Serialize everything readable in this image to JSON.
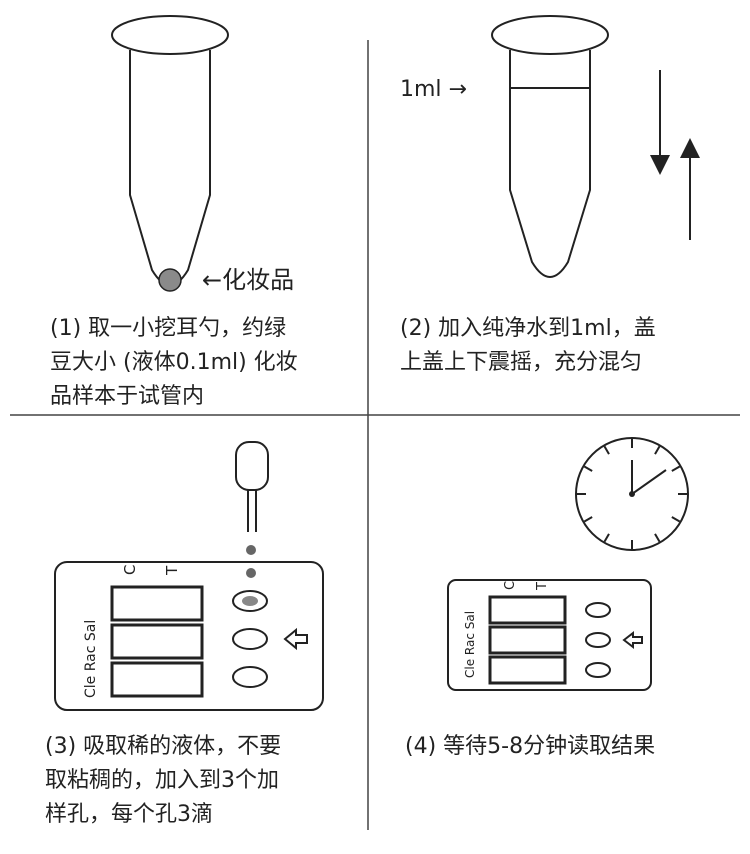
{
  "steps": [
    {
      "caption_lines": [
        "(1) 取一小挖耳勺，约绿",
        "豆大小 (液体0.1ml) 化妆",
        "品样本于试管内"
      ],
      "label": "←化妆品"
    },
    {
      "caption_lines": [
        "(2) 加入纯净水到1ml，盖",
        "上盖上下震摇，充分混匀"
      ],
      "label": "1ml →"
    },
    {
      "caption_lines": [
        "(3) 吸取稀的液体，不要",
        "取粘稠的，加入到3个加",
        "样孔，每个孔3滴"
      ],
      "card_label": "Cle Rac Sal",
      "c_label": "C",
      "t_label": "T"
    },
    {
      "caption_lines": [
        "(4) 等待5-8分钟读取结果"
      ],
      "card_label": "Cle Rac Sal",
      "c_label": "C",
      "t_label": "T"
    }
  ],
  "colors": {
    "line": "#222222",
    "sample": "#8a8a8a",
    "drop": "#666666",
    "divider": "#444444"
  }
}
